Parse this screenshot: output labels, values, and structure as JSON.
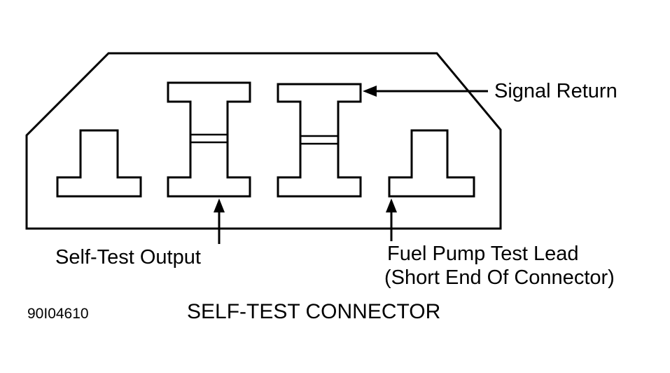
{
  "diagram": {
    "title": "SELF-TEST CONNECTOR",
    "figure_code": "90I04610",
    "labels": {
      "signal_return": "Signal Return",
      "self_test_output": "Self-Test Output",
      "fuel_pump_line1": "Fuel Pump Test Lead",
      "fuel_pump_line2": "(Short End Of Connector)"
    },
    "colors": {
      "line": "#000000",
      "background": "#ffffff"
    }
  }
}
